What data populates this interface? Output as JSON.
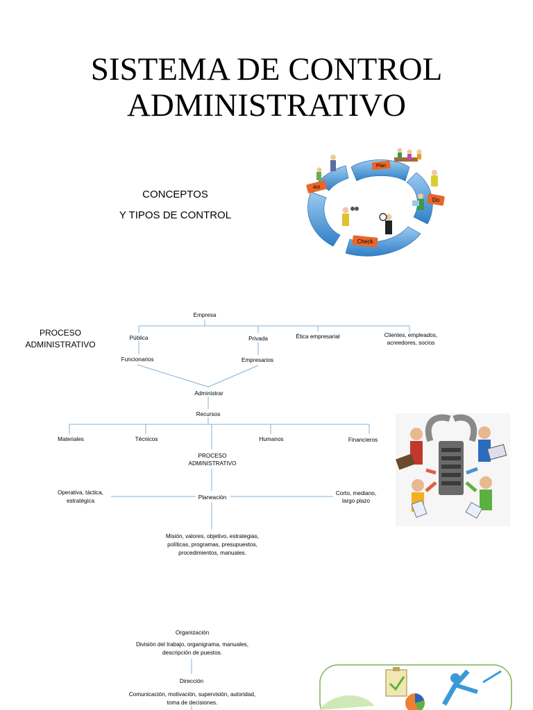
{
  "title": {
    "line1": "SISTEMA DE CONTROL",
    "line2": "ADMINISTRATIVO"
  },
  "concepts": {
    "line1": "CONCEPTOS",
    "line2": "Y TIPOS DE CONTROL"
  },
  "pdca": {
    "plan": "Plan",
    "do": "Do",
    "check": "Check",
    "act": "Act"
  },
  "proceso_label": {
    "line1": "PROCESO",
    "line2": "ADMINISTRATIVO"
  },
  "diagram": {
    "empresa": "Empresa",
    "publica": "Pública",
    "privada": "Privada",
    "etica": "Ética empresarial",
    "clientes_1": "Clientes, empleados,",
    "clientes_2": "acreedores, socios",
    "funcionarios": "Funcionarios",
    "empresarios": "Empresarios",
    "administrar": "Administrar",
    "recursos": "Recursos",
    "materiales": "Materiales",
    "tecnicos": "Técnicos",
    "humanos": "Humanos",
    "financieros": "Financieros",
    "proceso_1": "PROCESO",
    "proceso_2": "ADMINISTRATIVO",
    "operativa_1": "Operativa, táctica,",
    "operativa_2": "estratégica",
    "planeacion": "Planeación",
    "corto_1": "Corto, mediano,",
    "corto_2": "largo plazo",
    "mision_1": "Misión, valores, objetivo, estrategias,",
    "mision_2": "políticas, programas, presupuestos,",
    "mision_3": "procedimientos, manuales.",
    "organizacion": "Organización",
    "division_1": "División del trabajo, organigrama, manuales,",
    "division_2": "descripción de puestos.",
    "direccion": "Dirección",
    "comunicacion_1": "Comunicación, motivación, supervisión, autoridad,",
    "comunicacion_2": "toma de decisiones."
  },
  "colors": {
    "connector": "#7fb0d8",
    "ring_blue": "#3f8fd2",
    "ring_orange": "#e8662a"
  }
}
